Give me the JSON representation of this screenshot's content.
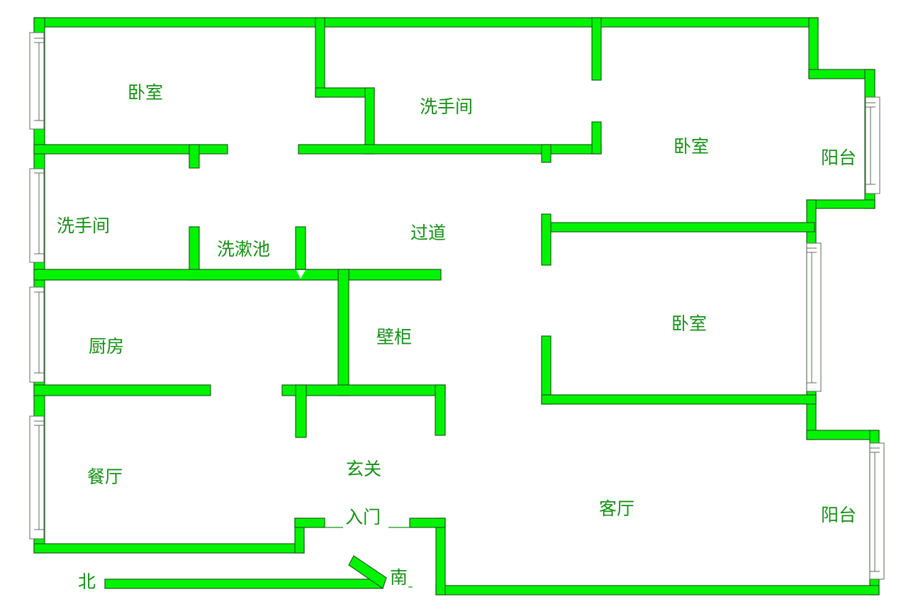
{
  "floorplan": {
    "rooms": {
      "bedroom_nw": "卧室",
      "bathroom_top": "洗手间",
      "bedroom_ne": "卧室",
      "balcony_ne": "阳台",
      "bathroom_left": "洗手间",
      "washbasin": "洗漱池",
      "hallway": "过道",
      "kitchen": "厨房",
      "wardrobe": "壁柜",
      "bedroom_e": "卧室",
      "dining": "餐厅",
      "foyer": "玄关",
      "living": "客厅",
      "balcony_se": "阳台",
      "entrance": "入门"
    },
    "compass": {
      "north": "北",
      "south": "南"
    },
    "colors": {
      "wall": "#00f400",
      "wall_outline": "#1d5b1d",
      "label": "#159015",
      "background": "#ffffff"
    }
  }
}
